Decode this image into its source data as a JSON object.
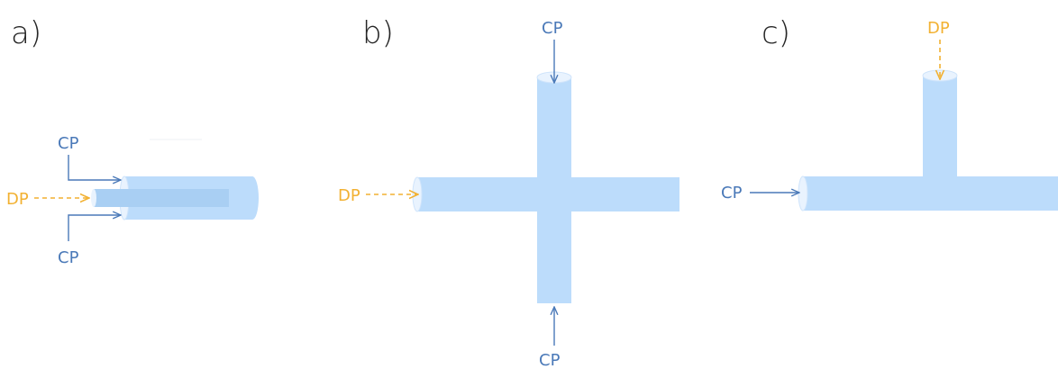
{
  "colors": {
    "channel_fill": "#bcdcfb",
    "channel_inner": "#9fc8ef",
    "channel_edge": "#e9f3fe",
    "continuous_phase": "#4a79b8",
    "dispersed_phase": "#f2b132"
  },
  "legend_keys": {
    "continuous_phase": "CP",
    "dispersed_phase": "DP"
  },
  "panels": {
    "a": {
      "label": "a)",
      "geometry": "co-flow",
      "cp_top": "CP",
      "cp_bottom": "CP",
      "dp": "DP"
    },
    "b": {
      "label": "b)",
      "geometry": "flow-focusing cross",
      "cp_top": "CP",
      "cp_bottom": "CP",
      "dp": "DP"
    },
    "c": {
      "label": "c)",
      "geometry": "T-junction",
      "cp": "CP",
      "dp": "DP"
    }
  }
}
